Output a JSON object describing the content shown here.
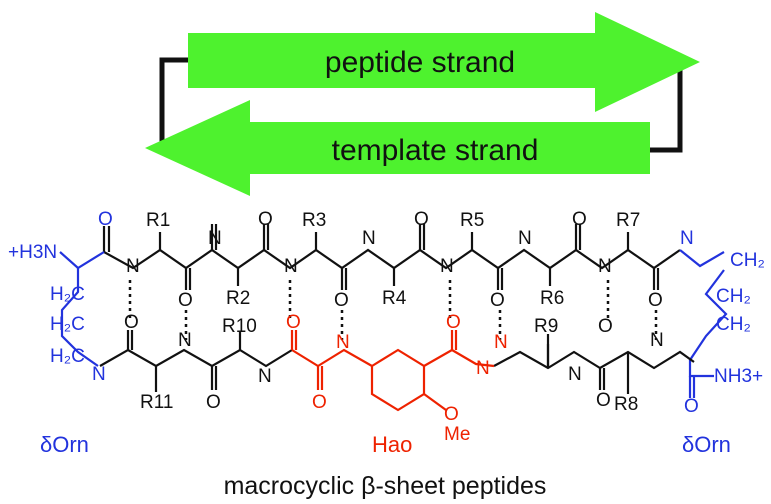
{
  "arrows": {
    "top_label": "peptide strand",
    "bottom_label": "template strand",
    "arrow_color": "#4ef22e",
    "connector_color": "#111111"
  },
  "structure": {
    "n_terminus": "+H3N",
    "c_terminus": "NH3+",
    "residues_top": [
      "R1",
      "R3",
      "R5",
      "R7"
    ],
    "residues_top_lower": [
      "R2",
      "R4",
      "R6"
    ],
    "residues_bottom_upper": [
      "R10",
      "R9"
    ],
    "residues_bottom_lower": [
      "R11",
      "R8"
    ],
    "hao_label": "Hao",
    "methoxy": "Me",
    "left_turn": "δOrn",
    "right_turn": "δOrn",
    "colors": {
      "backbone": "#111111",
      "orn": "#2233dd",
      "hao": "#ee2200"
    }
  },
  "caption": "macrocyclic β-sheet peptides"
}
